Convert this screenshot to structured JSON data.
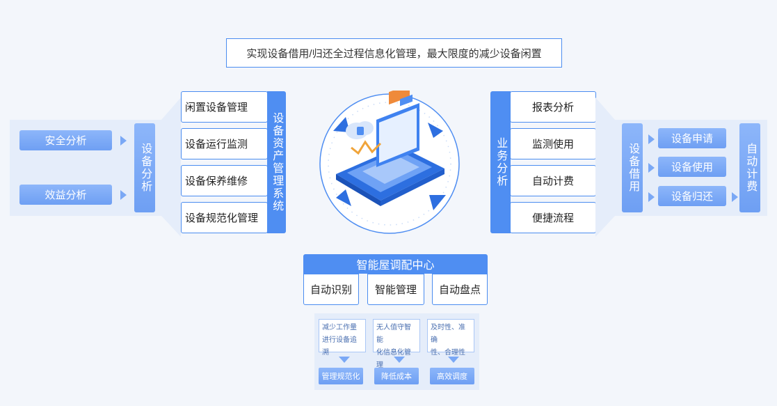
{
  "banner": "实现设备借用/归还全过程信息化管理，最大限度的减少设备闲置",
  "left": {
    "buttons": [
      "安全分析",
      "效益分析"
    ],
    "vbar": "设备分析",
    "system_label": "设备资产管理系统",
    "items": [
      "闲置设备管理",
      "设备运行监测",
      "设备保养维修",
      "设备规范化管理"
    ]
  },
  "right": {
    "vbar": "业务分析",
    "items": [
      "报表分析",
      "监测使用",
      "自动计费",
      "便捷流程"
    ],
    "borrow_label": "设备借用",
    "buttons": [
      "设备申请",
      "设备使用",
      "设备归还"
    ],
    "billing_label": "自动计费"
  },
  "hub": {
    "title": "智能屋调配中心",
    "items": [
      "自动识别",
      "智能管理",
      "自动盘点"
    ],
    "cards": [
      {
        "line1": "减少工作量",
        "line2": "进行设备追溯",
        "result": "管理规范化"
      },
      {
        "line1": "无人值守智能",
        "line2": "化信息化管理",
        "result": "降低成本"
      },
      {
        "line1": "及时性、准确",
        "line2": "性、合理性",
        "result": "高效调度"
      }
    ]
  },
  "colors": {
    "accent": "#4f8ef2",
    "light_button": "#7aa8f5",
    "panel_bg": "#e5edfa",
    "border": "#4a8cf0"
  }
}
